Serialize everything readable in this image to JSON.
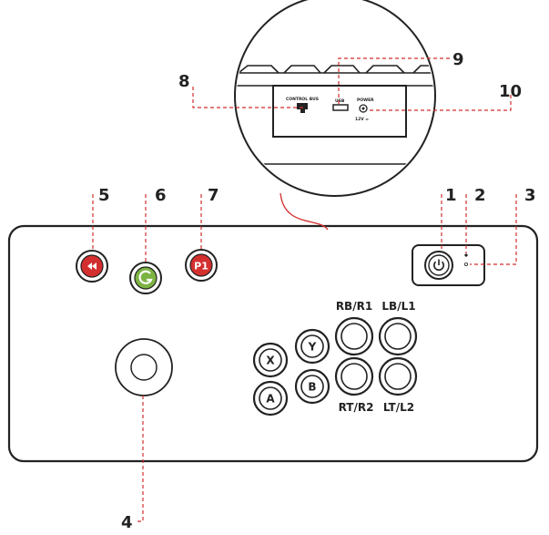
{
  "callouts": {
    "c1": "1",
    "c2": "2",
    "c3": "3",
    "c4": "4",
    "c5": "5",
    "c6": "6",
    "c7": "7",
    "c8": "8",
    "c9": "9",
    "c10": "10"
  },
  "shoulder_labels": {
    "rb_r1": "RB/R1",
    "lb_l1": "LB/L1",
    "rt_r2": "RT/R2",
    "lt_l2": "LT/L2"
  },
  "face_buttons": {
    "x": "X",
    "y": "Y",
    "a": "A",
    "b": "B"
  },
  "top_buttons": {
    "p1": "P1"
  },
  "rear_panel": {
    "control_label": "CONTROL BUS",
    "usb_label": "USB",
    "power_label": "POWER",
    "power_rating": "12V ="
  },
  "colors": {
    "leader": "#d32f2f",
    "red_button": "#d32f2f",
    "green_button": "#7cb342",
    "outline": "#222222"
  }
}
